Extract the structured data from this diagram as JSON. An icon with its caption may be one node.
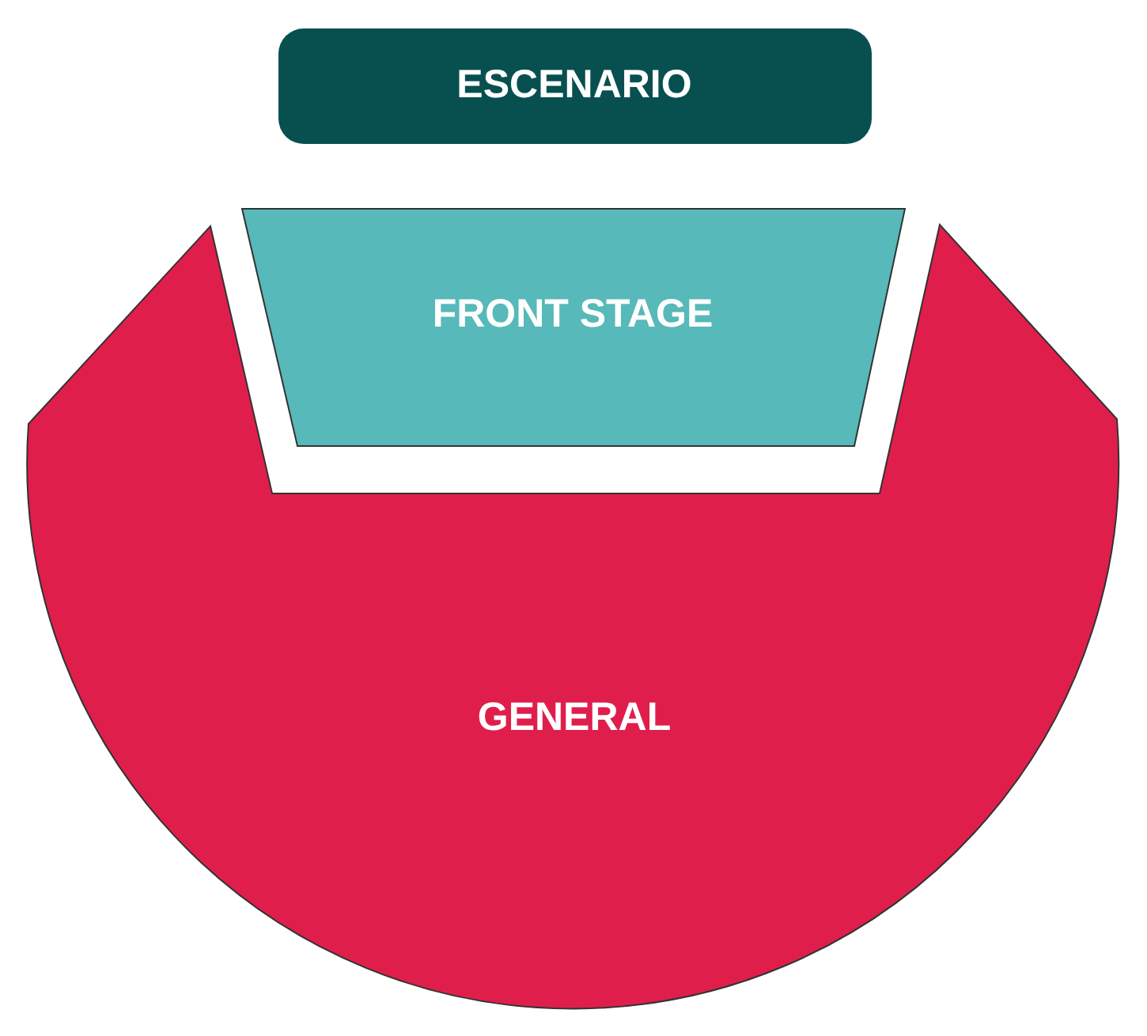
{
  "diagram": {
    "nodes": [
      {
        "text": [
          "ESCENARIO"
        ]
      },
      {
        "text": [
          "FRONT STAGE"
        ]
      },
      {
        "text": [
          "GENERAL"
        ]
      }
    ],
    "edges": []
  }
}
